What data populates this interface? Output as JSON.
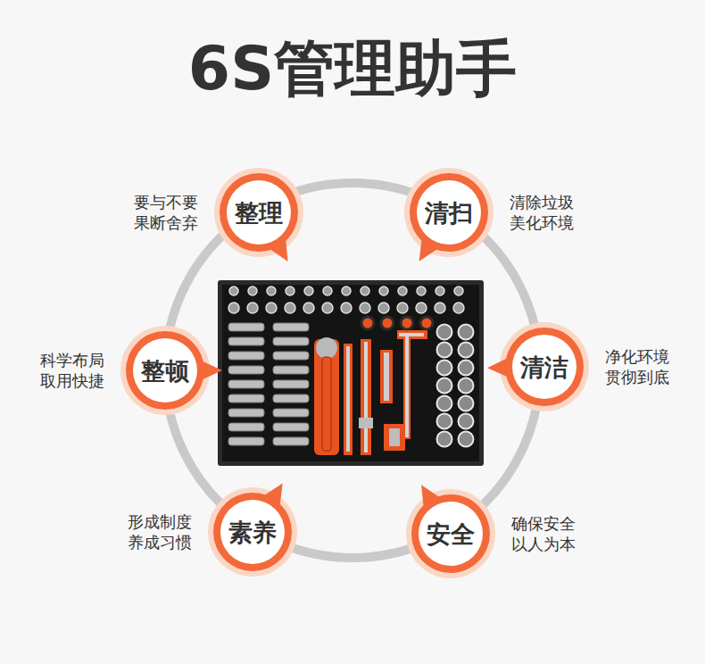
{
  "diagram": {
    "title": "6S管理助手",
    "nodes": [
      {
        "text": [
          "整理",
          "要与不要 果断舍弃"
        ]
      },
      {
        "text": [
          "清扫",
          "清除垃圾 美化环境"
        ]
      },
      {
        "text": [
          "整顿",
          "科学布局 取用快捷"
        ]
      },
      {
        "text": [
          "清洁",
          "净化环境 贯彻到底"
        ]
      },
      {
        "text": [
          "素养",
          "形成制度 养成习惯"
        ]
      },
      {
        "text": [
          "安全",
          "确保安全 以人为本"
        ]
      }
    ]
  }
}
